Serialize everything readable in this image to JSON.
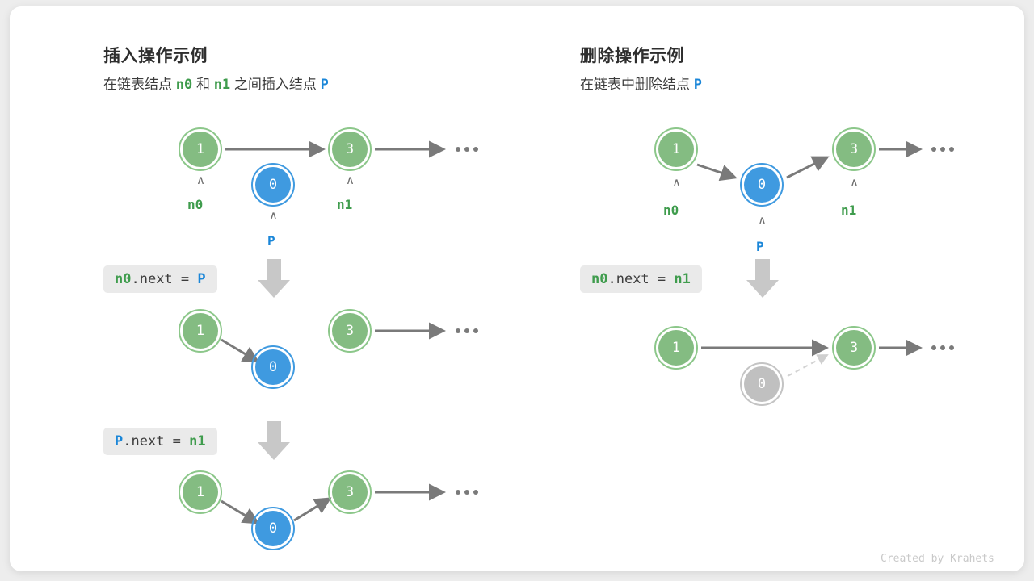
{
  "credit": "Created by Krahets",
  "colors": {
    "green": "#84bc82",
    "green_ring": "#8cc78a",
    "blue": "#3f9ae0",
    "gray_node": "#c0c0c0",
    "edge": "#7a7a7a",
    "chip_bg": "#eaeaea",
    "label_green": "#3f9c4d",
    "label_blue": "#1a86d8",
    "card_bg": "#ffffff",
    "page_bg": "#ededed"
  },
  "left": {
    "title": "插入操作示例",
    "subtitle_parts": [
      "在链表结点",
      "n0",
      "和",
      "n1",
      "之间插入结点",
      "P"
    ],
    "rows": [
      {
        "nodes": [
          {
            "value": "1",
            "style": "green",
            "label": "n0",
            "label_color": "green",
            "caret": "∧"
          },
          {
            "value": "0",
            "style": "blue",
            "label": "P",
            "label_color": "blue",
            "caret": "∧"
          },
          {
            "value": "3",
            "style": "green",
            "label": "n1",
            "label_color": "green",
            "caret": "∧"
          }
        ],
        "ellipsis": "…"
      },
      {
        "nodes": [
          {
            "value": "1",
            "style": "green"
          },
          {
            "value": "0",
            "style": "blue"
          },
          {
            "value": "3",
            "style": "green"
          }
        ],
        "ellipsis": "…"
      },
      {
        "nodes": [
          {
            "value": "1",
            "style": "green"
          },
          {
            "value": "0",
            "style": "blue"
          },
          {
            "value": "3",
            "style": "green"
          }
        ],
        "ellipsis": "…"
      }
    ],
    "steps": [
      {
        "target": "n0",
        "target_color": "green",
        "middle": ".next = ",
        "value": "P",
        "value_color": "blue"
      },
      {
        "target": "P",
        "target_color": "blue",
        "middle": ".next = ",
        "value": "n1",
        "value_color": "green"
      }
    ]
  },
  "right": {
    "title": "删除操作示例",
    "subtitle_parts": [
      "在链表中删除结点",
      "P"
    ],
    "rows": [
      {
        "nodes": [
          {
            "value": "1",
            "style": "green",
            "label": "n0",
            "label_color": "green",
            "caret": "∧"
          },
          {
            "value": "0",
            "style": "blue",
            "label": "P",
            "label_color": "blue",
            "caret": "∧"
          },
          {
            "value": "3",
            "style": "green",
            "label": "n1",
            "label_color": "green",
            "caret": "∧"
          }
        ],
        "ellipsis": "…"
      },
      {
        "nodes": [
          {
            "value": "1",
            "style": "green"
          },
          {
            "value": "0",
            "style": "gray"
          },
          {
            "value": "3",
            "style": "green"
          }
        ],
        "ellipsis": "…"
      }
    ],
    "steps": [
      {
        "target": "n0",
        "target_color": "green",
        "middle": ".next = ",
        "value": "n1",
        "value_color": "green"
      }
    ]
  }
}
